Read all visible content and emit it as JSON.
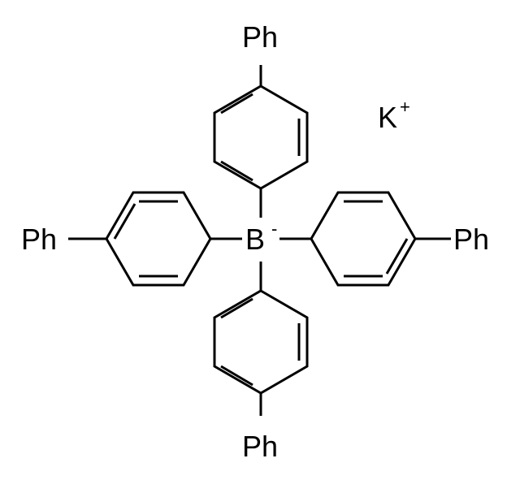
{
  "molecule": {
    "center_atom": {
      "symbol": "B",
      "charge": "-"
    },
    "counter_ion": {
      "symbol": "K",
      "charge": "+"
    },
    "substituent_label": "Ph",
    "substituents": [
      "Ph",
      "Ph",
      "Ph",
      "Ph"
    ]
  },
  "colors": {
    "ink": "#000000",
    "background": "#ffffff"
  }
}
